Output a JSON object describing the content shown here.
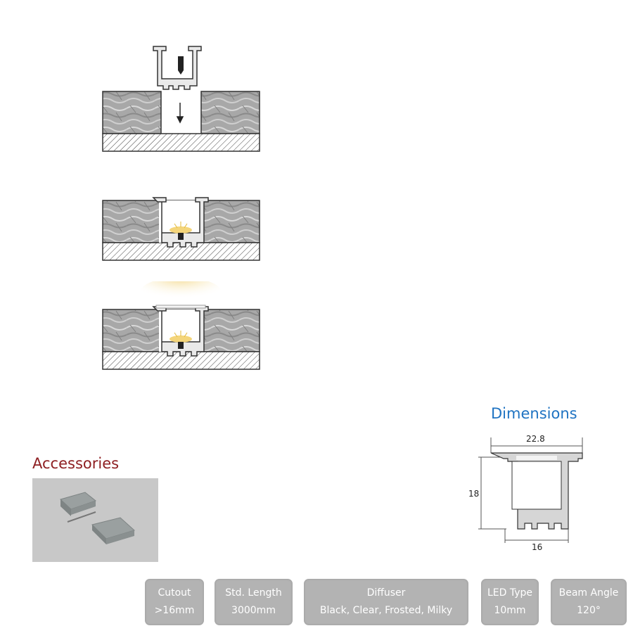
{
  "dimensions": {
    "title": "Dimensions",
    "width_top": "22.8",
    "height": "18",
    "width_bottom": "16"
  },
  "accessories": {
    "title": "Accessories",
    "image": "end-cap-photo"
  },
  "install_steps": [
    {
      "icon": "profile-insert-into-cutout-diagram"
    },
    {
      "icon": "profile-installed-diagram"
    },
    {
      "icon": "profile-with-diffuser-lit-diagram"
    }
  ],
  "specs": [
    {
      "label": "Cutout",
      "value": ">16mm"
    },
    {
      "label": "Std. Length",
      "value": "3000mm"
    },
    {
      "label": "Diffuser",
      "value": "Black, Clear, Frosted, Milky"
    },
    {
      "label": "LED Type",
      "value": "10mm"
    },
    {
      "label": "Beam Angle",
      "value": "120°"
    }
  ],
  "colors": {
    "dimensions_title": "#1f73c2",
    "accessories_title": "#8e1f22",
    "spec_box": "#b3b3b3"
  }
}
